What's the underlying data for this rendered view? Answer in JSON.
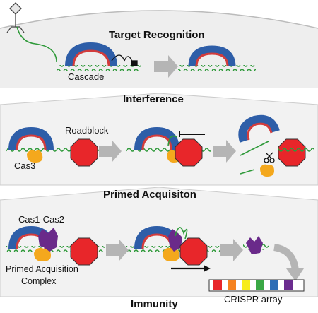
{
  "sections": {
    "target_recognition": "Target Recognition",
    "interference": "Interference",
    "primed_acquisition": "Primed Acquisiton",
    "immunity": "Immunity"
  },
  "labels": {
    "cascade": "Cascade",
    "roadblock": "Roadblock",
    "cas3": "Cas3",
    "cas1_cas2": "Cas1-Cas2",
    "primed_complex_line1": "Primed Acquisition",
    "primed_complex_line2": "Complex",
    "crispr_array": "CRISPR array"
  },
  "colors": {
    "panel_fill": "#eeeeee",
    "panel_edge": "#bbbbbb",
    "cascade_blue": "#2e5ea8",
    "cascade_inner": "#d23c3c",
    "dna_green": "#2f9a3a",
    "roadblock_red": "#e8262a",
    "cas3_orange": "#f4a81d",
    "cas1_purple": "#6a2a8a",
    "arrow_gray": "#b5b5b5"
  },
  "crispr_spacers": [
    "#e8262a",
    "#f58220",
    "#f7ec1b",
    "#3aa845",
    "#2d6db5",
    "#6b2c8f"
  ]
}
